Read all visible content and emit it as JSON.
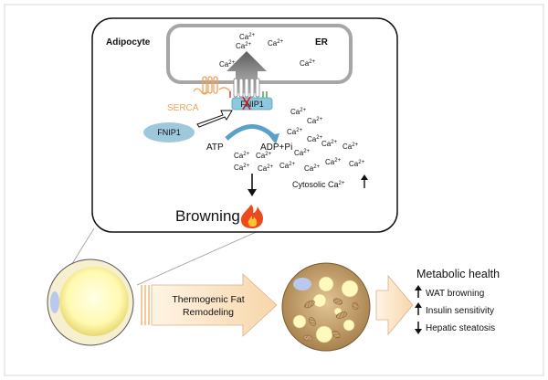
{
  "cell_label": "Adipocyte",
  "er_label": "ER",
  "serca_label": "SERCA",
  "fnip1_on_pump": "FNIP1",
  "fnip1_oval": "FNIP1",
  "atp": "ATP",
  "adp": "ADP+Pi",
  "ca_text": "Ca",
  "ca_charge": "2+",
  "cytosolic_label": "Cytosolic Ca",
  "cytosolic_charge": "2+",
  "browning": "Browning",
  "process_line1": "Thermogenic Fat",
  "process_line2": "Remodeling",
  "metabolic_title": "Metabolic health",
  "outcomes": [
    {
      "dir": "up",
      "text": "WAT browning"
    },
    {
      "dir": "up",
      "text": "Insulin sensitivity"
    },
    {
      "dir": "down",
      "text": "Hepatic steatosis"
    }
  ],
  "colors": {
    "serca": "#f0a35a",
    "fnip1_oval": "#9ec8dc",
    "pump_blue": "#5aa0c8",
    "er_border": "#a6a6a6",
    "white_adipocyte": "#fff7a8",
    "beige_cell": "#c9a36a",
    "arrow_fill": "#fbe5c8"
  }
}
